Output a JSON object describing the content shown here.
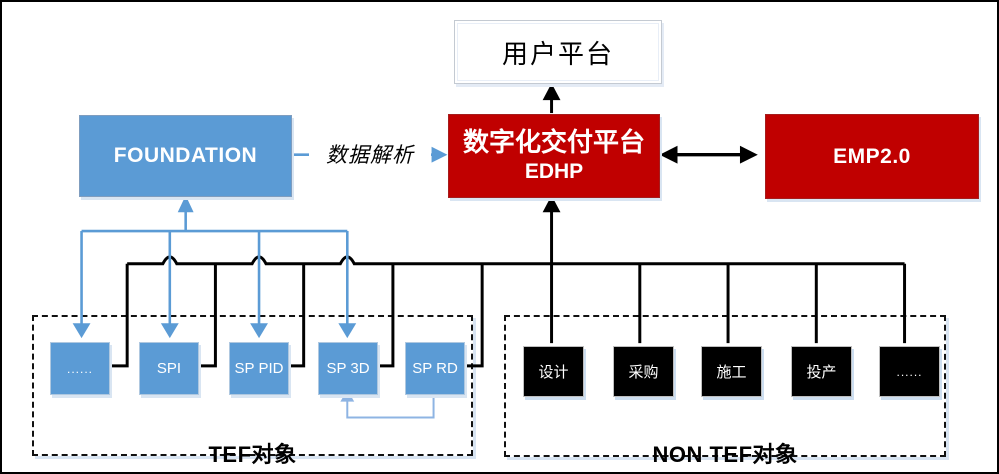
{
  "colors": {
    "blue_box": "#5B9BD5",
    "red_box": "#C00000",
    "black_box": "#000000",
    "blue_line": "#5B9BD5",
    "light_blue_line": "#8EB4E3",
    "black_line": "#000000"
  },
  "nodes": {
    "user_platform": {
      "label": "用户平台"
    },
    "foundation": {
      "label": "FOUNDATION"
    },
    "edhp": {
      "title": "数字化交付平台",
      "subtitle": "EDHP"
    },
    "emp": {
      "label": "EMP2.0"
    }
  },
  "edges": {
    "data_parse_label": "数据解析"
  },
  "tef_group": {
    "label": "TEF对象",
    "items": [
      {
        "label": "......"
      },
      {
        "label": "SPI"
      },
      {
        "label": "SP PID"
      },
      {
        "label": "SP 3D"
      },
      {
        "label": "SP RD"
      }
    ]
  },
  "non_tef_group": {
    "label": "NON TEF对象",
    "items": [
      {
        "label": "设计"
      },
      {
        "label": "采购"
      },
      {
        "label": "施工"
      },
      {
        "label": "投产"
      },
      {
        "label": "......"
      }
    ]
  }
}
